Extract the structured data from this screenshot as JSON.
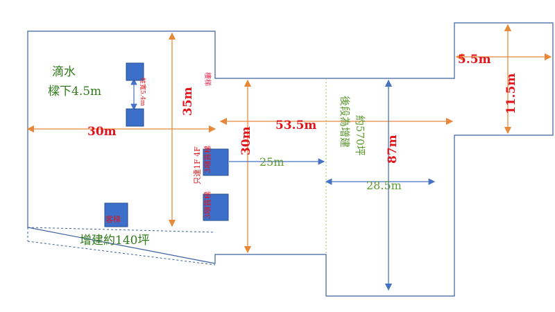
{
  "colors": {
    "outline": "#3a5fa0",
    "orange": "#e8893a",
    "blue": "#4472c4",
    "red": "#e0151b",
    "green": "#5b9a2f",
    "pink": "#e8355a",
    "olive": "#2f7a1a",
    "box": "#3b6fc9"
  },
  "labels": {
    "drip": "滴水",
    "under_beam": "樑下4.5m",
    "col_span": "柱寬5.4m",
    "stairs": "樓梯",
    "dim_35": "35m",
    "dim_30_left": "30m",
    "dim_53_5": "53.5m",
    "dim_30_mid": "30m",
    "dim_25": "25m",
    "rear_line1": "後段為增建",
    "rear_line2": "約570坪",
    "dim_87": "87m",
    "dim_28_5": "28.5m",
    "dim_5_5": "5.5m",
    "dim_11_5": "11.5m",
    "only_1f_4f": "只達1F 4F",
    "freight_1": "3噸貨梯",
    "freight_2": "3噸貨梯",
    "passenger": "客梯",
    "extension": "增建約140坪"
  }
}
